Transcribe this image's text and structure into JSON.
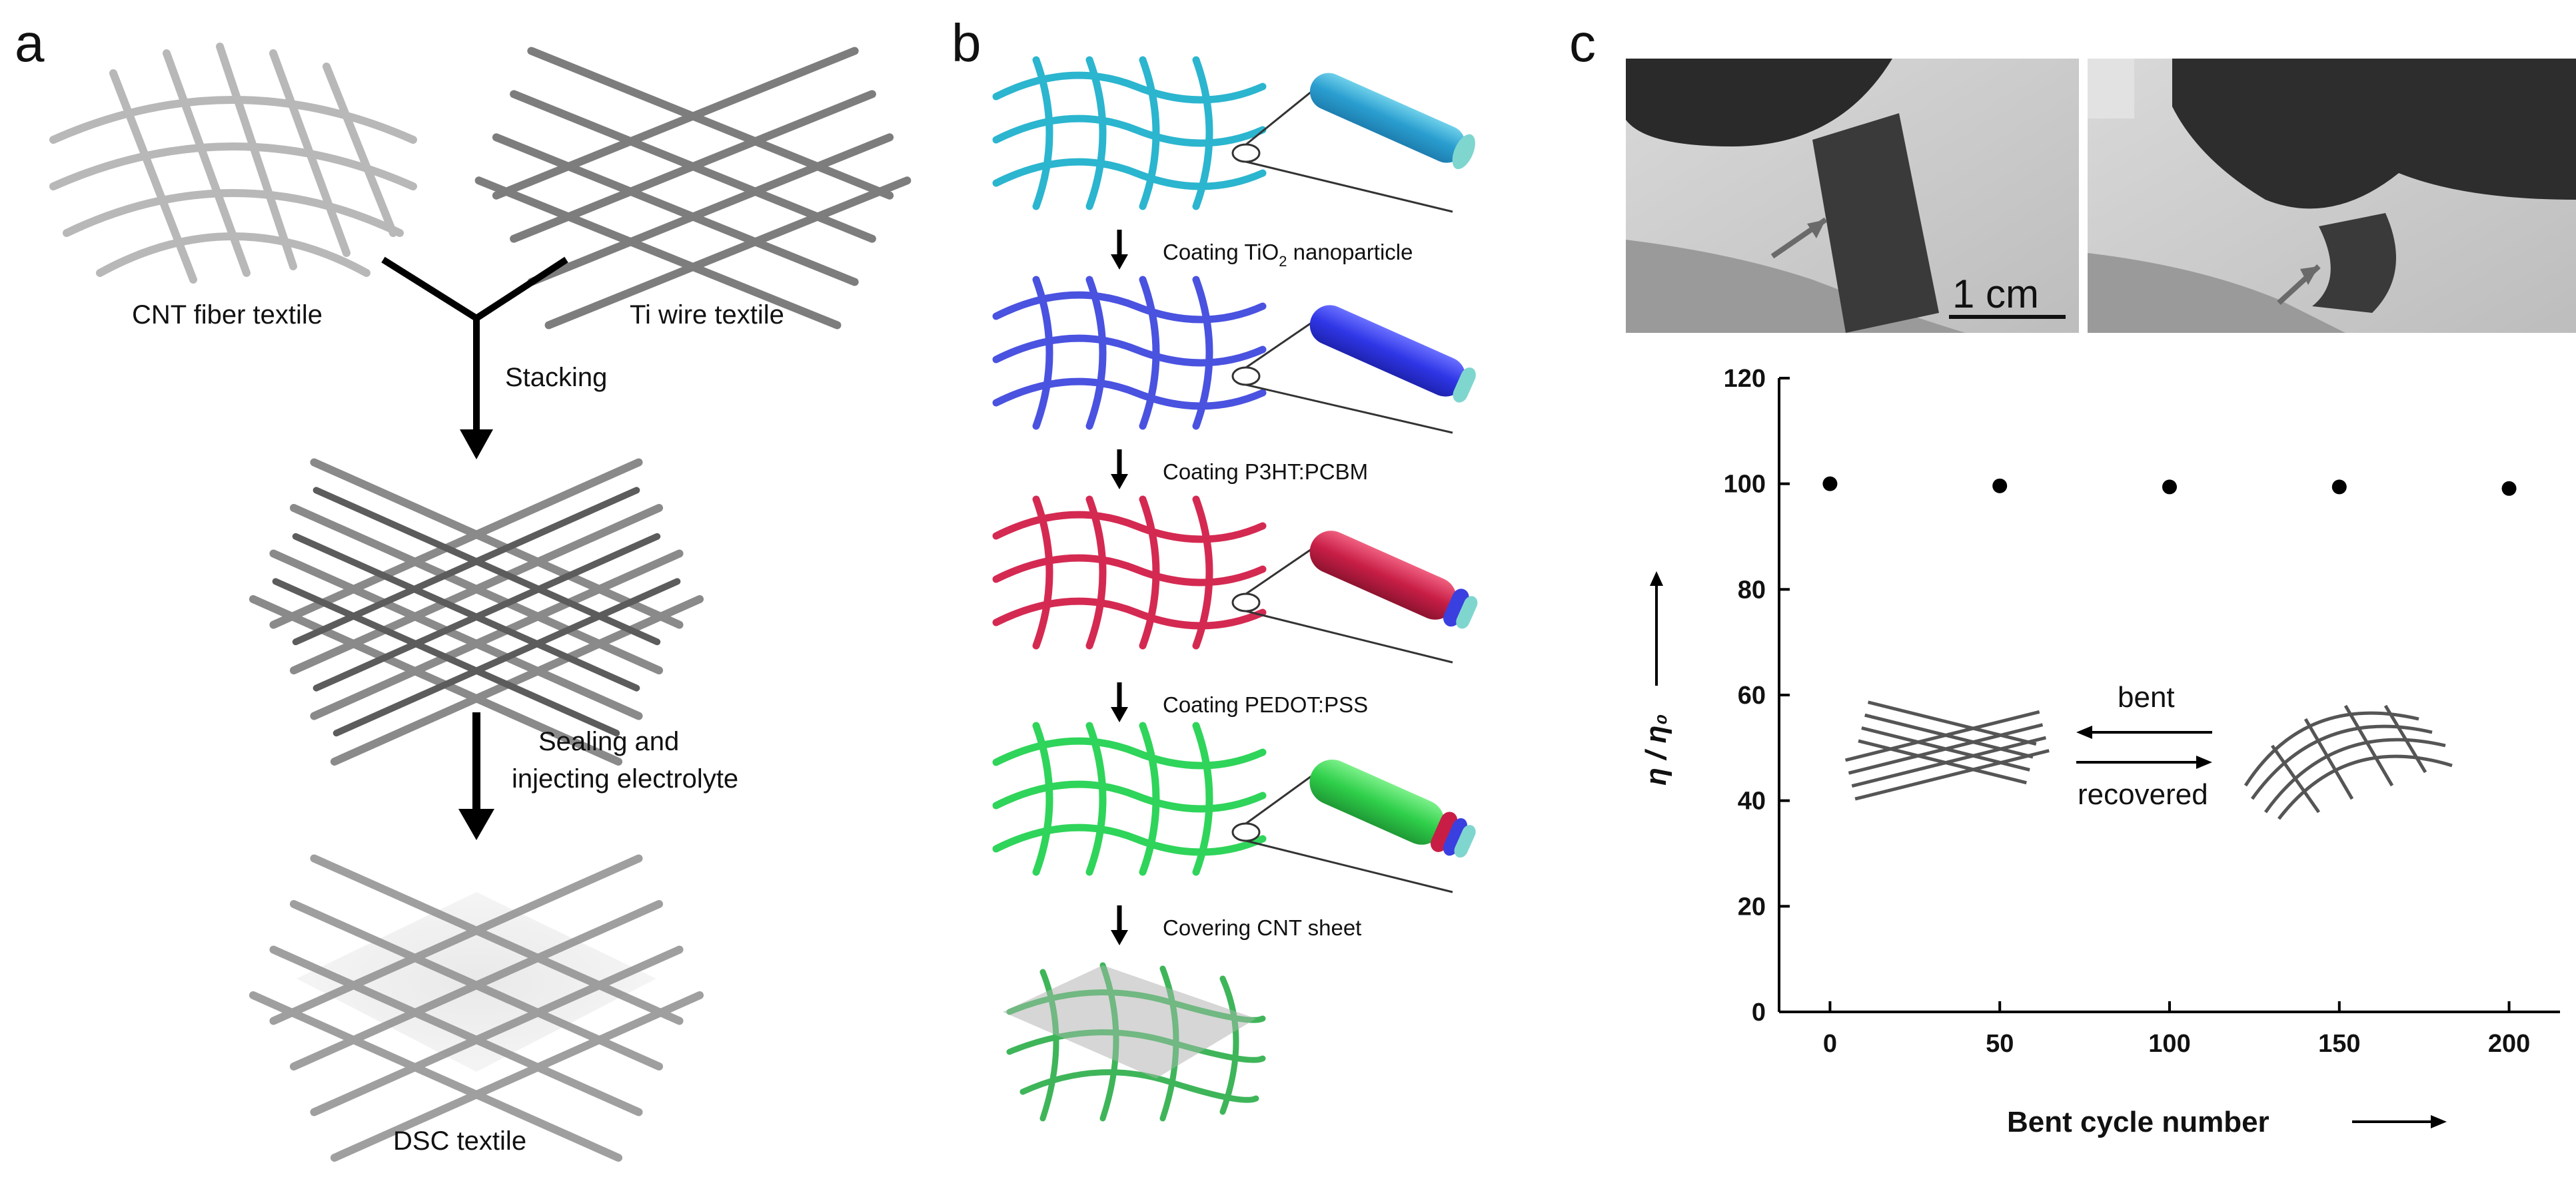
{
  "panels": {
    "a": {
      "letter": "a",
      "cnt_textile_label": "CNT fiber textile",
      "ti_textile_label": "Ti wire textile",
      "stacking_label": "Stacking",
      "sealing_line1": "Sealing and",
      "sealing_line2": "injecting electrolyte",
      "dsc_label": "DSC textile"
    },
    "b": {
      "letter": "b",
      "step1_pre": "Coating TiO",
      "step1_sub": "2",
      "step1_post": " nanoparticle",
      "step2": "Coating P3HT:PCBM",
      "step3": "Coating PEDOT:PSS",
      "step4": "Covering CNT sheet",
      "colors": {
        "stage1": "#2bb5cf",
        "stage2": "#4a52e0",
        "stage3": "#d42a52",
        "stage4": "#2fd45a",
        "core": "#7fd6cf"
      }
    },
    "c": {
      "letter": "c",
      "scale_bar_label": "1 cm",
      "inset_bent": "bent",
      "inset_recovered": "recovered",
      "xlabel_arrow": "→"
    }
  },
  "chart_data": {
    "type": "scatter",
    "xlabel": "Bent cycle number",
    "ylabel": "η / η₀",
    "xlim": [
      -15,
      215
    ],
    "ylim": [
      0,
      120
    ],
    "x_ticks": [
      0,
      50,
      100,
      150,
      200
    ],
    "y_ticks": [
      0,
      20,
      40,
      60,
      80,
      100,
      120
    ],
    "series": [
      {
        "x": [
          0,
          50,
          100,
          150,
          200
        ],
        "y": [
          100,
          99.6,
          99.4,
          99.4,
          99.1
        ]
      }
    ],
    "marker_color": "#000000",
    "grid": false
  }
}
